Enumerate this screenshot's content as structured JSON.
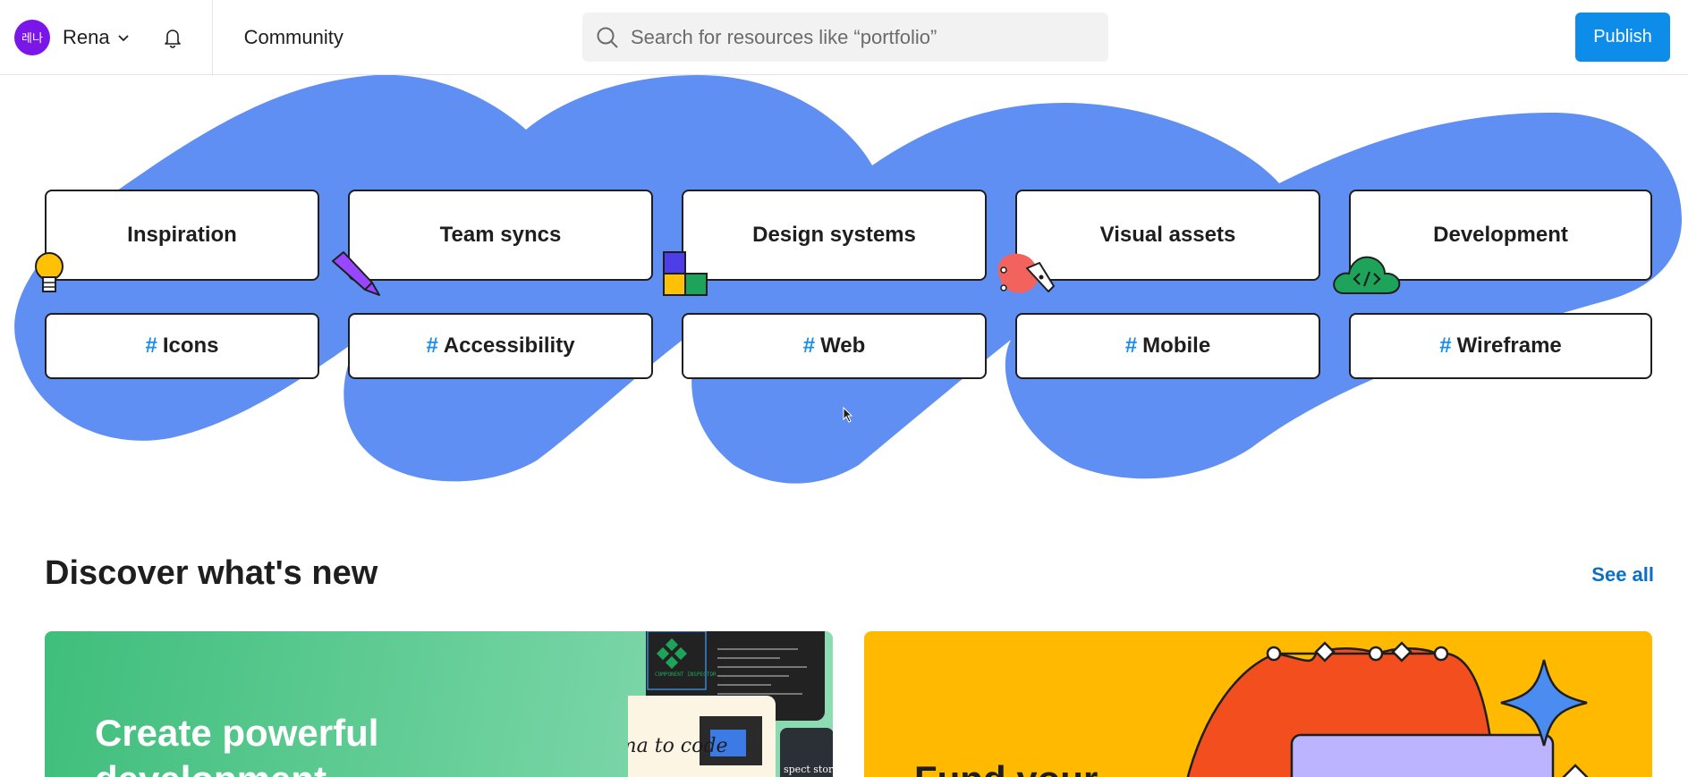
{
  "header": {
    "avatar_text": "레나",
    "user_name": "Rena",
    "section": "Community",
    "search_placeholder": "Search for resources like “portfolio”",
    "publish_label": "Publish"
  },
  "categories": [
    {
      "label": "Inspiration",
      "icon": "lightbulb-icon"
    },
    {
      "label": "Team syncs",
      "icon": "pencil-icon"
    },
    {
      "label": "Design systems",
      "icon": "components-icon"
    },
    {
      "label": "Visual assets",
      "icon": "pen-tool-icon"
    },
    {
      "label": "Development",
      "icon": "cloud-code-icon"
    }
  ],
  "tags": [
    {
      "hash": "#",
      "label": "Icons"
    },
    {
      "hash": "#",
      "label": "Accessibility"
    },
    {
      "hash": "#",
      "label": "Web"
    },
    {
      "hash": "#",
      "label": "Mobile"
    },
    {
      "hash": "#",
      "label": "Wireframe"
    }
  ],
  "discover": {
    "title": "Discover what's new",
    "see_all": "See all",
    "cards": [
      {
        "title": "Create powerful",
        "title2": "development",
        "screenshot_caption": "figma to code",
        "caption2": "spect stories",
        "label3": "COMPONENT INSPECTOR"
      },
      {
        "title": "Fund your"
      }
    ]
  },
  "colors": {
    "accent_blue": "#0d8ce9",
    "hero_blob": "#5f8ff2",
    "avatar": "#7b16e8",
    "promo_green": "#3fbe7b",
    "promo_yellow": "#ffba00"
  }
}
